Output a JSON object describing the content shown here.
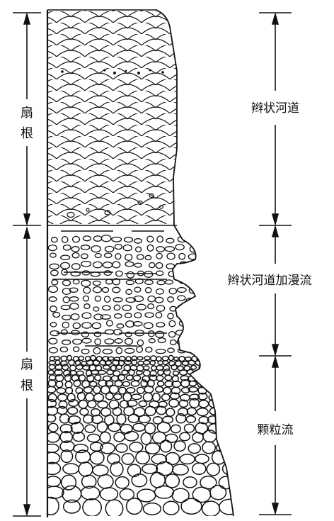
{
  "left_labels": {
    "upper": {
      "line1": "扇",
      "line2": "根"
    },
    "lower": {
      "line1": "扇",
      "line2": "根"
    }
  },
  "right_labels": {
    "upper": "辫状河道",
    "middle": "辫状河道加漫流",
    "lower": "颗粒流"
  },
  "colors": {
    "ink": "#111111",
    "background": "#ffffff"
  }
}
